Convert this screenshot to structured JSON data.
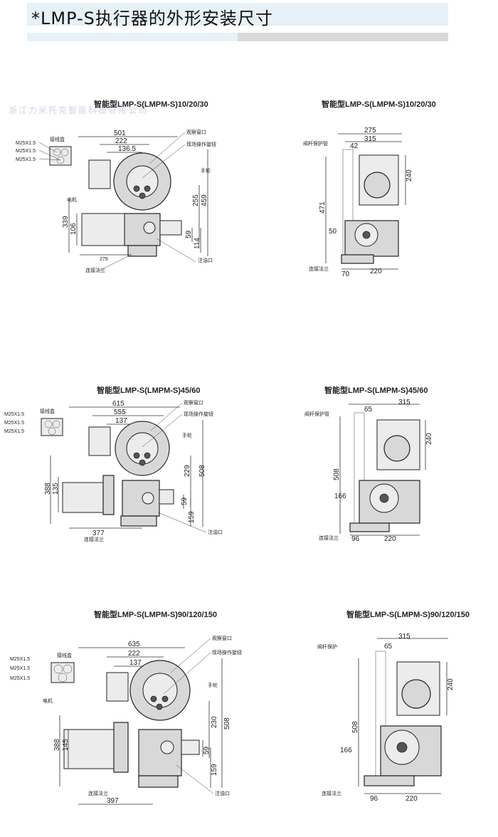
{
  "header": {
    "title": "*LMP-S执行器的外形安装尺寸"
  },
  "watermark": "浙江力米托克智能科技有限公司",
  "labels": {
    "conduit_box": "接线盒",
    "thread": "M25X1.5",
    "window": "观察窗口",
    "knob": "现场操作旋钮",
    "handwheel": "手轮",
    "motor": "电机",
    "flange": "连接法兰",
    "oil": "注油口",
    "stem_protect": "阀杆保护管",
    "stem_protect_short": "阀杆保护"
  },
  "diagrams": [
    {
      "caption": "智能型LMP-S(LMPM-S)10/20/30",
      "dims": {
        "w": "501",
        "a": "222",
        "b": "136.5",
        "h1": "339",
        "h2": "106",
        "d1": "255",
        "d2": "459",
        "d3": "59",
        "d4": "114",
        "base": "279"
      }
    },
    {
      "caption": "智能型LMP-S(LMPM-S)10/20/30",
      "dims": {
        "w": "275",
        "w2": "315",
        "off": "42",
        "h": "471",
        "top": "240",
        "hc": "50",
        "b1": "70",
        "b2": "220"
      }
    },
    {
      "caption": "智能型LMP-S(LMPM-S)45/60",
      "dims": {
        "w": "615",
        "a": "555",
        "b": "137",
        "h1": "388",
        "h2": "135",
        "d1": "229",
        "d2": "508",
        "d3": "59",
        "d4": "159",
        "base": "377"
      }
    },
    {
      "caption": "智能型LMP-S(LMPM-S)45/60",
      "dims": {
        "w2": "315",
        "off": "65",
        "h": "508",
        "top": "240",
        "hc": "166",
        "b1": "96",
        "b2": "220"
      }
    },
    {
      "caption": "智能型LMP-S(LMPM-S)90/120/150",
      "dims": {
        "w": "635",
        "a": "222",
        "b": "137",
        "h1": "388",
        "h2": "145",
        "d1": "230",
        "d2": "508",
        "d3": "59",
        "d4": "159",
        "base": "397"
      }
    },
    {
      "caption": "智能型LMP-S(LMPM-S)90/120/150",
      "dims": {
        "w2": "315",
        "off": "65",
        "h": "508",
        "top": "240",
        "hc": "166",
        "b1": "96",
        "b2": "220"
      }
    }
  ]
}
